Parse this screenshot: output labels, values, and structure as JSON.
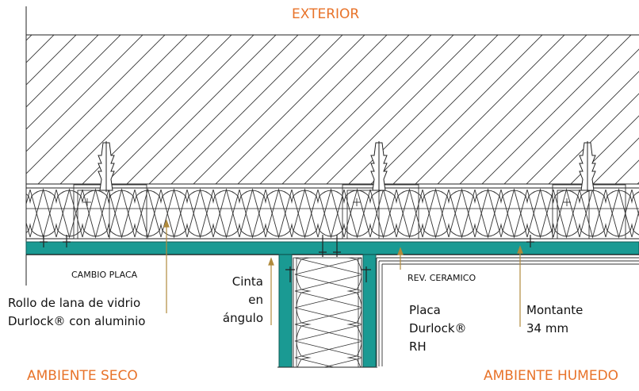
{
  "labels": {
    "exterior": "EXTERIOR",
    "cambio_placa": "CAMBIO PLACA",
    "rollo_line1": "Rollo de lana de vidrio",
    "rollo_line2": "Durlock® con aluminio",
    "cinta_line1": "Cinta",
    "cinta_line2": "en",
    "cinta_line3": "ángulo",
    "rev_ceramico": "REV. CERAMICO",
    "placa_line1": "Placa",
    "placa_line2": "Durlock®",
    "placa_line3": "RH",
    "montante_line1": "Montante",
    "montante_line2": "34 mm",
    "ambiente_seco": "AMBIENTE SECO",
    "ambiente_humedo": "AMBIENTE HUMEDO"
  },
  "colors": {
    "accent_orange": "#e8732a",
    "board_teal": "#1a9a93",
    "leader_brown": "#b08a3c",
    "line_dark": "#222222"
  }
}
